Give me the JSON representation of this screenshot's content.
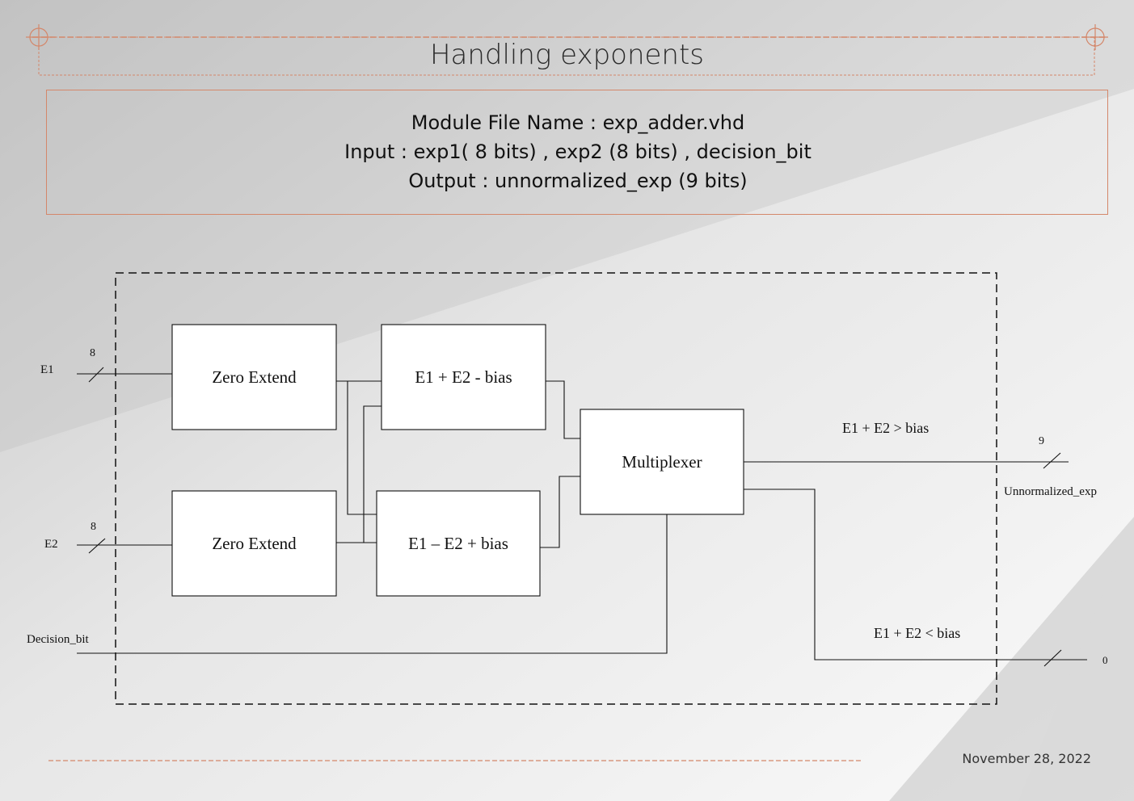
{
  "slide": {
    "title": "Handling exponents",
    "info": [
      "Module File Name : exp_adder.vhd",
      "Input : exp1( 8 bits) , exp2 (8 bits) , decision_bit",
      "Output : unnormalized_exp (9 bits)"
    ],
    "date": "November 28, 2022"
  },
  "diagram": {
    "blocks": {
      "zero_extend_1": "Zero Extend",
      "zero_extend_2": "Zero Extend",
      "add_sub_bias": "E1 + E2 - bias",
      "sub_add_bias": "E1 – E2 + bias",
      "multiplexer": "Multiplexer"
    },
    "inputs": {
      "e1": "E1",
      "e2": "E2",
      "decision_bit": "Decision_bit",
      "e1_width": "8",
      "e2_width": "8"
    },
    "outputs": {
      "greater_label": "E1 + E2 > bias",
      "less_label": "E1 + E2 < bias",
      "unnormalized_exp": "Unnormalized_exp",
      "unnormalized_width": "9",
      "zero_value": "0"
    }
  },
  "colors": {
    "accent": "#d4876a",
    "line": "#111111"
  }
}
